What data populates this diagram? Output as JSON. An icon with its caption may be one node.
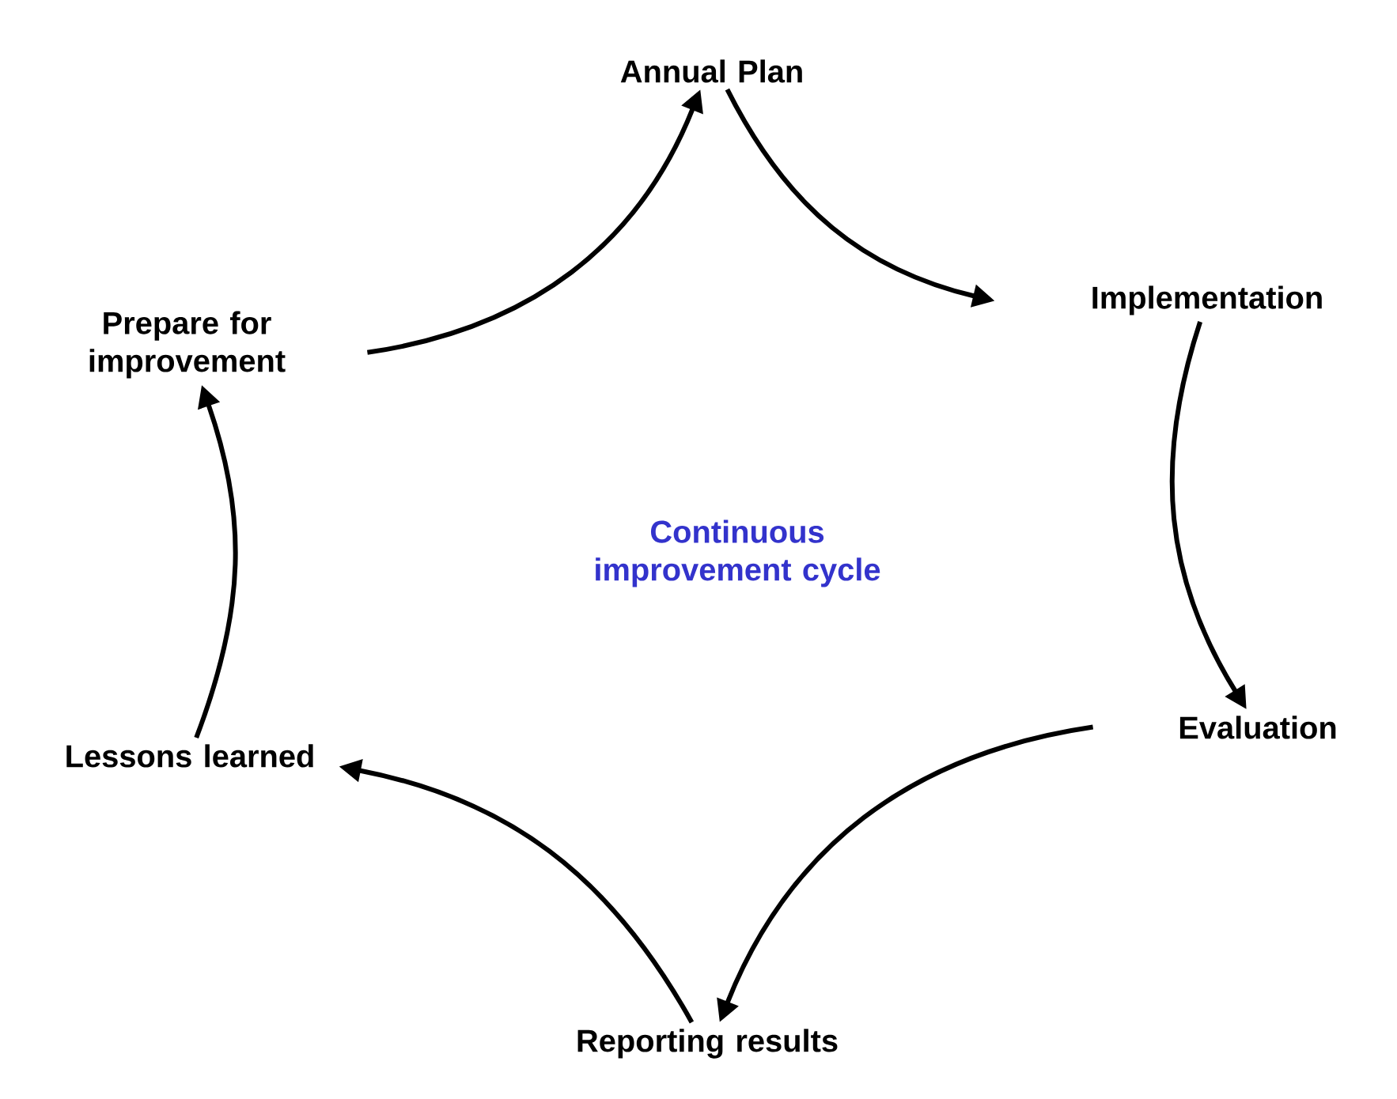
{
  "diagram": {
    "nodes": [
      {
        "text": [
          "Annual Plan"
        ]
      },
      {
        "text": [
          "Implementation"
        ]
      },
      {
        "text": [
          "Evaluation"
        ]
      },
      {
        "text": [
          "Reporting results"
        ]
      },
      {
        "text": [
          "Lessons learned"
        ]
      },
      {
        "text": [
          "Prepare for improvement"
        ]
      }
    ],
    "edges": [
      {
        "from": 0,
        "to": 1,
        "arrow": "to"
      },
      {
        "from": 1,
        "to": 2,
        "arrow": "to"
      },
      {
        "from": 2,
        "to": 3,
        "arrow": "to"
      },
      {
        "from": 3,
        "to": 4,
        "arrow": "to"
      },
      {
        "from": 4,
        "to": 5,
        "arrow": "to"
      },
      {
        "from": 5,
        "to": 0,
        "arrow": "to"
      }
    ],
    "labels": [
      "Continuous improvement cycle"
    ]
  }
}
